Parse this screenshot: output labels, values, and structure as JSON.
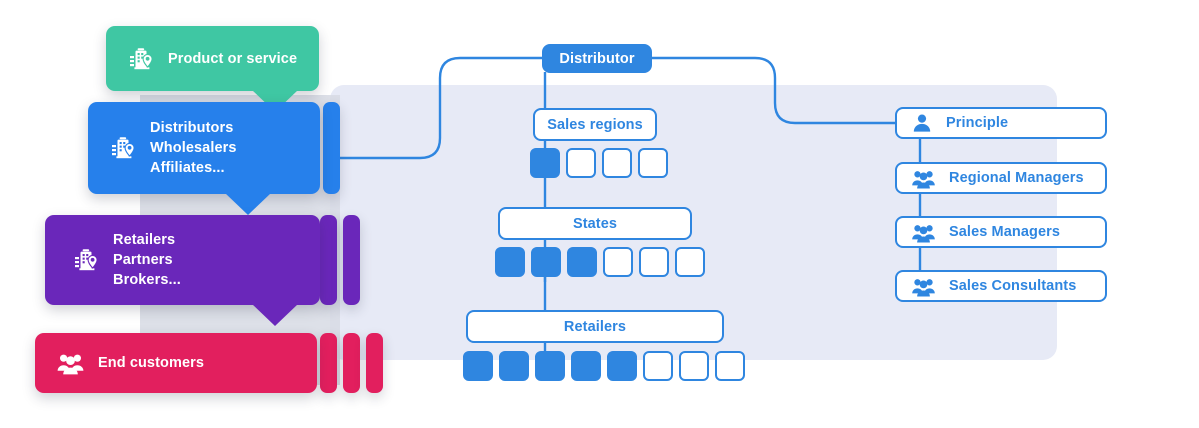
{
  "diagram": {
    "title": "Distribution channel and sales organisation diagram",
    "colors": {
      "green": "#3fc7a3",
      "blue": "#2680eb",
      "purple": "#6a27ba",
      "crimson": "#e21f5e",
      "accent": "#2f86e0",
      "plate": "#e7eaf6",
      "grey_strip": "#d2d6e0",
      "white": "#ffffff"
    }
  },
  "channel_panels": [
    {
      "id": "product-or-service",
      "label": "Product or service",
      "icon": "building-location-icon",
      "color": "#3fc7a3",
      "extra_bars": 0
    },
    {
      "id": "distributors",
      "label": "Distributors\nWholesalers\nAffiliates...",
      "icon": "building-location-icon",
      "color": "#2680eb",
      "extra_bars": 1
    },
    {
      "id": "retailers",
      "label": "Retailers\nPartners\nBrokers...",
      "icon": "building-location-icon",
      "color": "#6a27ba",
      "extra_bars": 2
    },
    {
      "id": "end-customers",
      "label": "End customers",
      "icon": "people-group-icon",
      "color": "#e21f5e",
      "extra_bars": 3
    }
  ],
  "hierarchy": {
    "root": {
      "label": "Distributor",
      "style": "filled"
    },
    "levels": [
      {
        "label": "Sales regions",
        "style": "outline",
        "squares_total": 4,
        "squares_filled": 1
      },
      {
        "label": "States",
        "style": "outline",
        "squares_total": 6,
        "squares_filled": 3
      },
      {
        "label": "Retailers",
        "style": "outline",
        "squares_total": 8,
        "squares_filled": 5
      }
    ]
  },
  "roles": [
    {
      "label": "Principle",
      "icon": "person-icon"
    },
    {
      "label": "Regional Managers",
      "icon": "people-group-icon"
    },
    {
      "label": "Sales Managers",
      "icon": "people-group-icon"
    },
    {
      "label": "Sales Consultants",
      "icon": "people-group-icon"
    }
  ]
}
